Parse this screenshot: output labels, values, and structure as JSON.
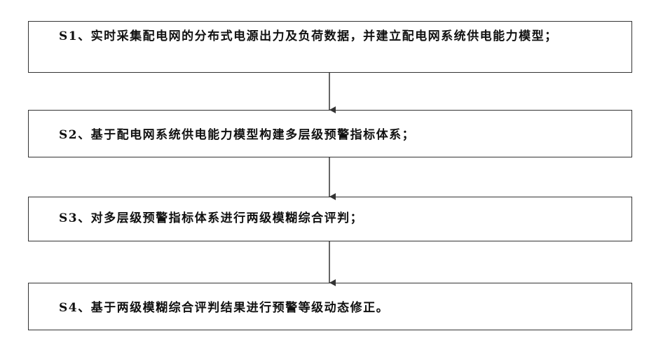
{
  "steps": [
    {
      "text": "S1、实时采集配电网的分布式电源出力及负荷数据，并建立配电网系统供电能力模型；"
    },
    {
      "text": "S2、基于配电网系统供电能力模型构建多层级预警指标体系；"
    },
    {
      "text": "S3、对多层级预警指标体系进行两级模糊综合评判；"
    },
    {
      "text": "S4、基于两级模糊综合评判结果进行预警等级动态修正。"
    }
  ],
  "colors": {
    "border": "#333333",
    "text": "#111111",
    "background": "#ffffff"
  }
}
